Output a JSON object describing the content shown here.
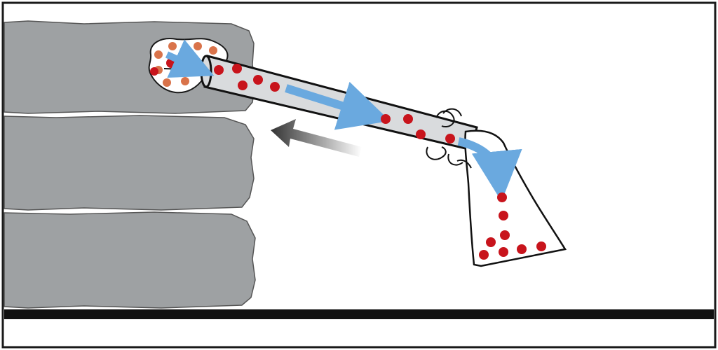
{
  "diagram": {
    "colors": {
      "frame": "#1a1a1a",
      "bag_fill": "#9ea1a3",
      "bag_stroke": "#555555",
      "tube_fill": "#d9dbdd",
      "tube_stroke": "#111111",
      "flow_arrow": "#6aa9df",
      "particle": "#c8141c",
      "particle_light": "#d9734a",
      "floor": "#111111",
      "direction_arrow": "#333333"
    },
    "icons": {
      "flow_arrows": "arrow-right",
      "direction_arrow": "arrow-left",
      "particles": "dot"
    }
  }
}
